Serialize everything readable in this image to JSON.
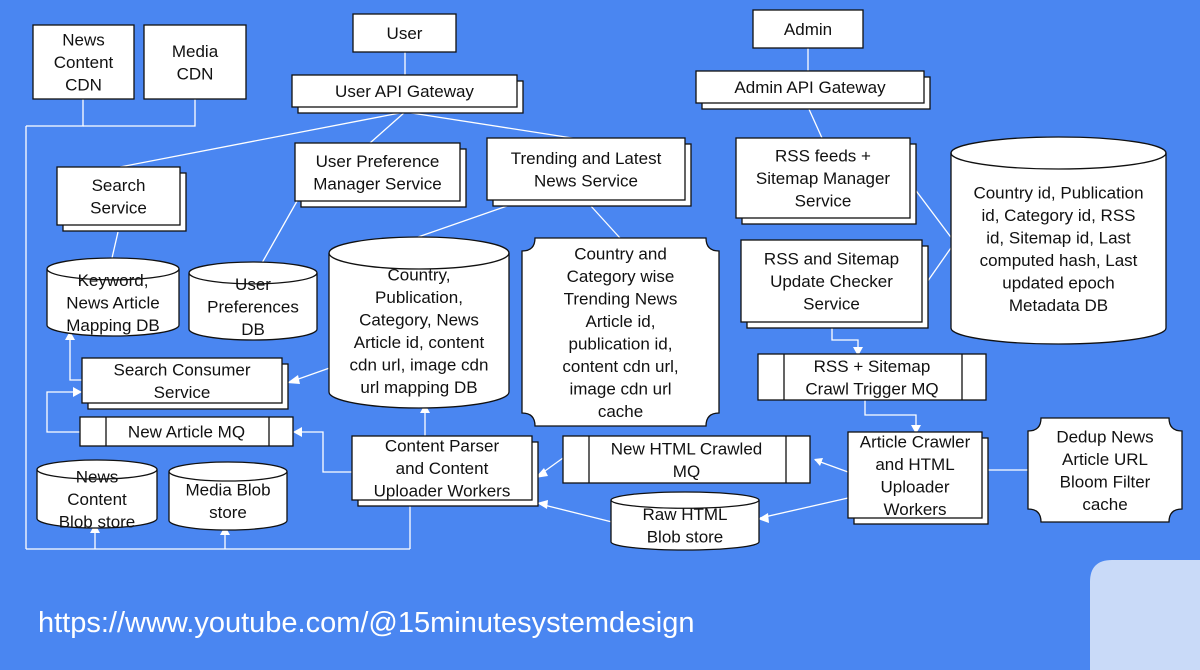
{
  "nodes": [
    {
      "id": "news-content-cdn",
      "lines": [
        "News",
        "Content",
        "CDN"
      ]
    },
    {
      "id": "media-cdn",
      "lines": [
        "Media",
        "CDN"
      ]
    },
    {
      "id": "user",
      "lines": [
        "User"
      ]
    },
    {
      "id": "admin",
      "lines": [
        "Admin"
      ]
    },
    {
      "id": "user-api-gateway",
      "lines": [
        "User API Gateway"
      ]
    },
    {
      "id": "admin-api-gateway",
      "lines": [
        "Admin API Gateway"
      ]
    },
    {
      "id": "search-service",
      "lines": [
        "Search",
        "Service"
      ]
    },
    {
      "id": "user-preference-manager-service",
      "lines": [
        "User Preference",
        "Manager Service"
      ]
    },
    {
      "id": "trending-and-latest-news-service",
      "lines": [
        "Trending and Latest",
        "News Service"
      ]
    },
    {
      "id": "rss-feeds-sitemap-manager-service",
      "lines": [
        "RSS feeds +",
        "Sitemap Manager",
        "Service"
      ]
    },
    {
      "id": "metadata-db",
      "lines": [
        "Country id, Publication",
        "id, Category id, RSS",
        "id, Sitemap id, Last",
        "computed hash, Last",
        "updated epoch",
        "Metadata DB"
      ]
    },
    {
      "id": "keyword-news-article-mapping-db",
      "lines": [
        "Keyword,",
        "News Article",
        "Mapping DB"
      ]
    },
    {
      "id": "user-preferences-db",
      "lines": [
        "User",
        "Preferences",
        "DB"
      ]
    },
    {
      "id": "article-mapping-db",
      "lines": [
        "Country,",
        "Publication,",
        "Category, News",
        "Article id, content",
        "cdn url, image cdn",
        "url mapping DB"
      ]
    },
    {
      "id": "trending-news-cache",
      "lines": [
        "Country and",
        "Category wise",
        "Trending News",
        "Article id,",
        "publication id,",
        "content cdn url,",
        "image cdn url",
        "cache"
      ]
    },
    {
      "id": "rss-sitemap-update-checker-service",
      "lines": [
        "RSS and Sitemap",
        "Update Checker",
        "Service"
      ]
    },
    {
      "id": "rss-sitemap-crawl-trigger-mq",
      "lines": [
        "RSS + Sitemap",
        "Crawl Trigger MQ"
      ]
    },
    {
      "id": "search-consumer-service",
      "lines": [
        "Search Consumer",
        "Service"
      ]
    },
    {
      "id": "new-article-mq",
      "lines": [
        "New Article MQ"
      ]
    },
    {
      "id": "content-parser-uploader-workers",
      "lines": [
        "Content Parser",
        "and Content",
        "Uploader Workers"
      ]
    },
    {
      "id": "new-html-crawled-mq",
      "lines": [
        "New HTML Crawled",
        "MQ"
      ]
    },
    {
      "id": "article-crawler-html-uploader-workers",
      "lines": [
        "Article Crawler",
        "and HTML",
        "Uploader",
        "Workers"
      ]
    },
    {
      "id": "dedup-news-article-url-bloom-filter-cache",
      "lines": [
        "Dedup News",
        "Article URL",
        "Bloom Filter",
        "cache"
      ]
    },
    {
      "id": "news-content-blob-store",
      "lines": [
        "News",
        "Content",
        "Blob store"
      ]
    },
    {
      "id": "media-blob-store",
      "lines": [
        "Media Blob",
        "store"
      ]
    },
    {
      "id": "raw-html-blob-store",
      "lines": [
        "Raw HTML",
        "Blob store"
      ]
    }
  ],
  "footer": {
    "url": "https://www.youtube.com/@15minutesystemdesign"
  },
  "colors": {
    "background": "#4a86f1",
    "node_fill": "#ffffff",
    "stroke": "#111111",
    "line": "#ffffff",
    "corner": "#c9daf8"
  }
}
